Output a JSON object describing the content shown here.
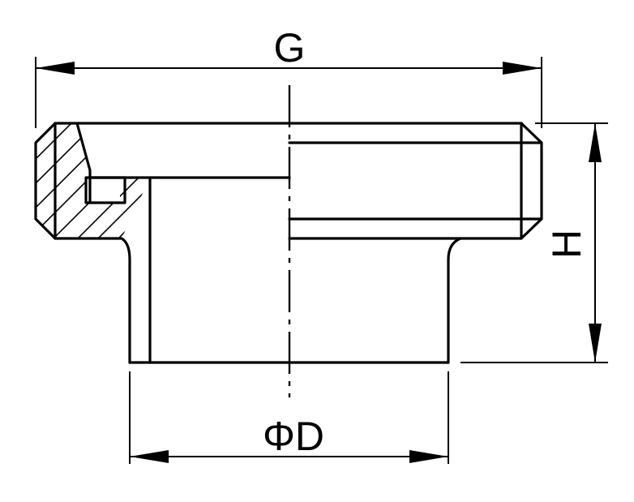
{
  "dimensions": {
    "g_label": "G",
    "h_label": "H",
    "d_label": "ΦD"
  }
}
